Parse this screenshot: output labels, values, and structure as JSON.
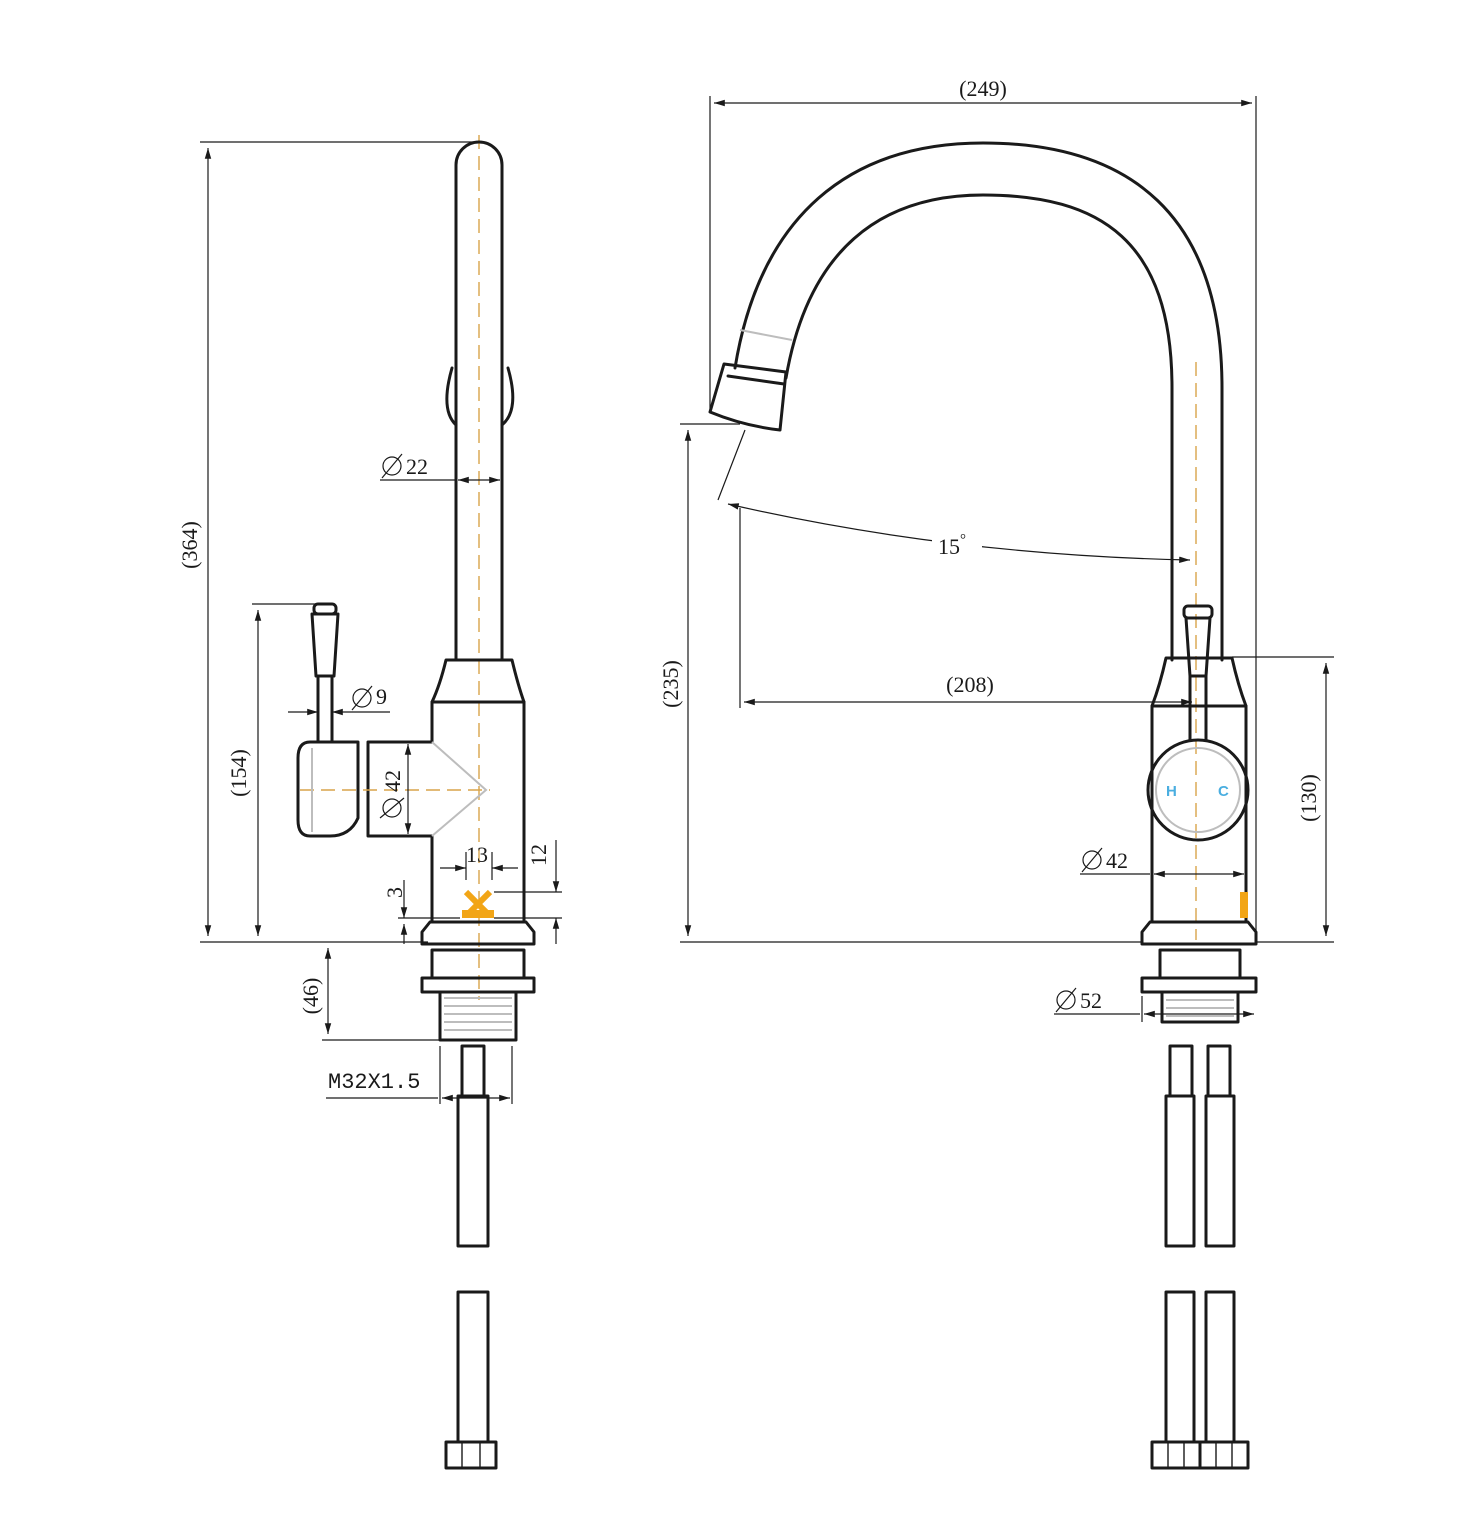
{
  "colors": {
    "line": "#1a1a1a",
    "centerline": "#d9a44a",
    "marker": "#f2a516",
    "hot_cold_label": "#4aaee0"
  },
  "side_view": {
    "overall_height": "(364)",
    "spout_diameter": "22",
    "lever_height": "(154)",
    "lever_diameter": "9",
    "body_diameter": "42",
    "marker_width": "13",
    "marker_height": "12",
    "base_gap": "3",
    "shank_length": "(46)",
    "thread": "M32X1.5"
  },
  "front_view": {
    "overall_width": "(249)",
    "spout_angle": "15",
    "angle_unit": "°",
    "spout_height": "(235)",
    "spout_reach": "(208)",
    "body_height": "(130)",
    "body_diameter": "42",
    "base_diameter": "52",
    "hot_label": "H",
    "cold_label": "C"
  }
}
